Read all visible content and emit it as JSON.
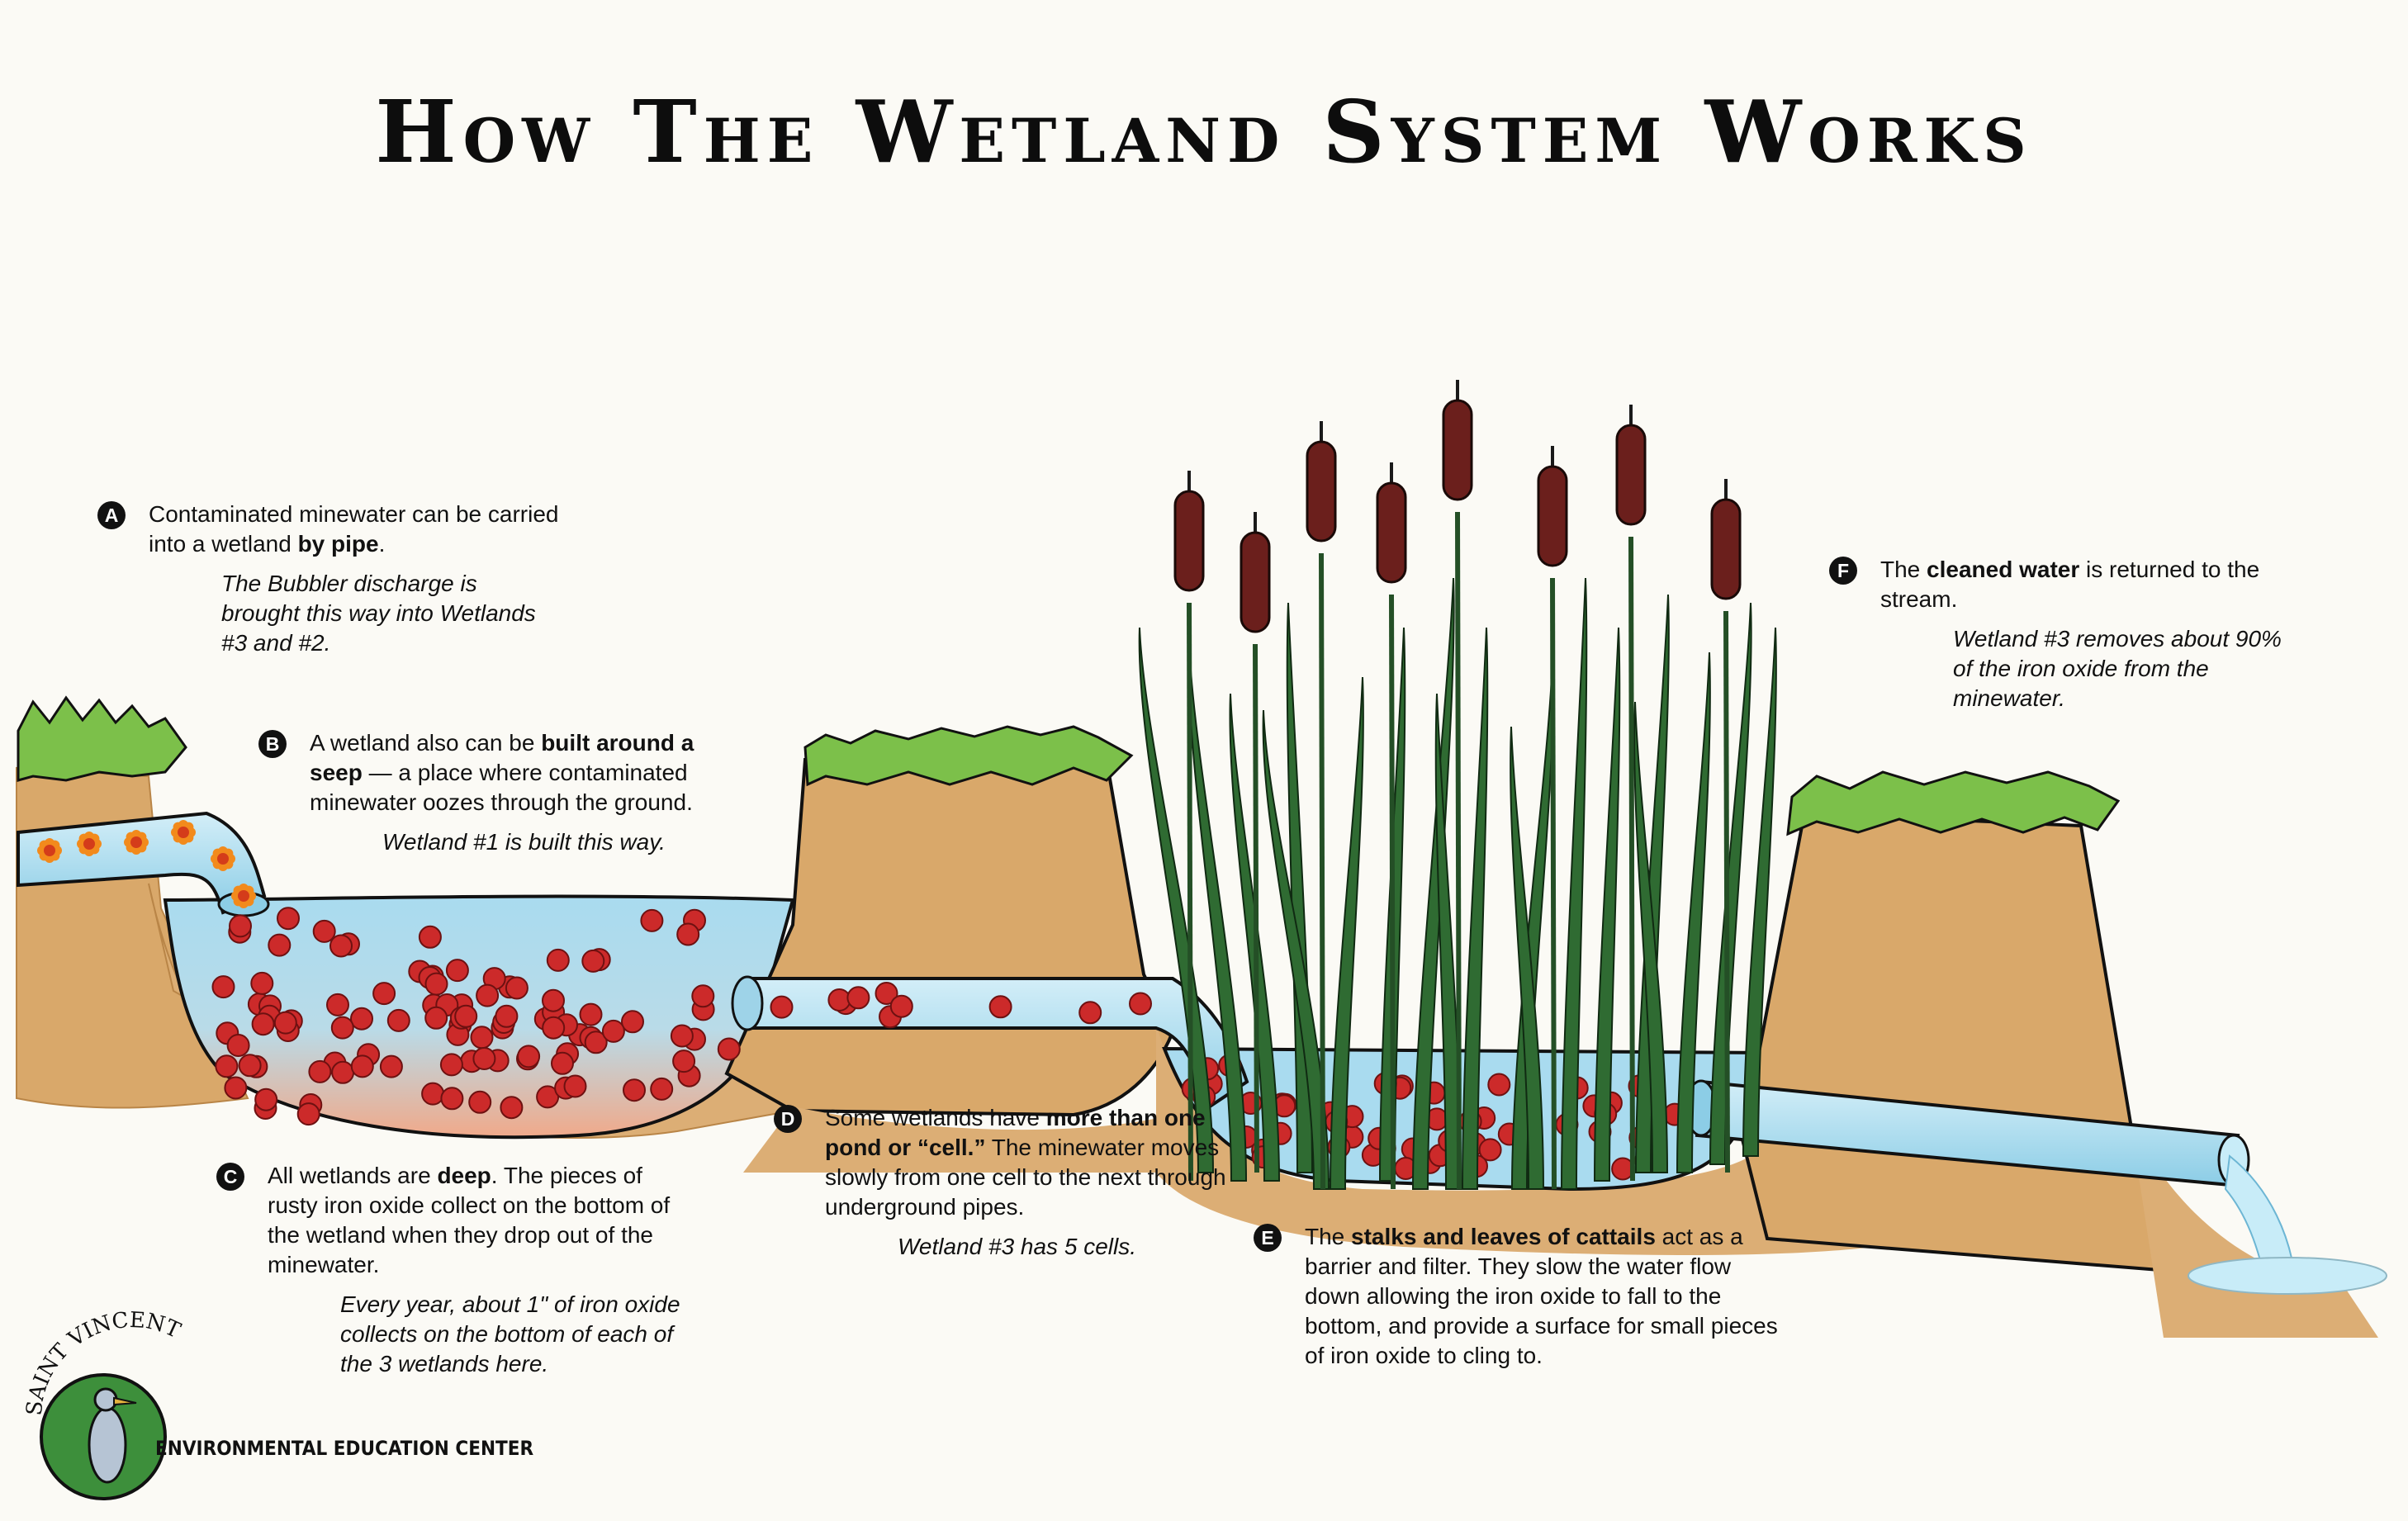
{
  "title": "How The Wetland System Works",
  "callouts": {
    "a": {
      "badge": "A",
      "main_1": "Contaminated minewater can be carried into a wetland ",
      "main_bold": "by pipe",
      "main_2": ".",
      "note": "The Bubbler discharge is brought this way into Wetlands #3 and #2."
    },
    "b": {
      "badge": "B",
      "main_1": "A wetland also can be ",
      "main_bold": "built around a seep",
      "main_2": " — a place where contaminated minewater oozes through the ground.",
      "note": "Wetland #1 is built this way."
    },
    "c": {
      "badge": "C",
      "main_1": "All wetlands are ",
      "main_bold": "deep",
      "main_2": ".  The pieces of rusty iron oxide collect on the bottom of the wetland when they drop out of the minewater.",
      "note": "Every year, about 1\" of iron oxide collects on the bottom of each of the 3 wetlands here."
    },
    "d": {
      "badge": "D",
      "main_1": "Some wetlands have ",
      "main_bold": "more than one pond or “cell.”",
      "main_2": "  The minewater moves slowly from one cell to the next through underground pipes.",
      "note": "Wetland #3 has 5 cells."
    },
    "e": {
      "badge": "E",
      "main_1": "The ",
      "main_bold": "stalks and leaves of cattails",
      "main_2": " act as a barrier and filter. They slow the water flow down allowing the iron oxide to fall to the bottom, and provide a surface for small pieces of iron oxide to cling to.",
      "note": ""
    },
    "f": {
      "badge": "F",
      "main_1": "The ",
      "main_bold": "cleaned water",
      "main_2": " is returned to the stream.",
      "note": "Wetland #3 removes about 90% of the iron oxide from the minewater."
    }
  },
  "logo": {
    "arc_text": "SAINT VINCENT",
    "text": "ENVIRONMENTAL EDUCATION CENTER"
  },
  "colors": {
    "soil": "#d9a86a",
    "soil_edge": "#c98f4e",
    "water": "#a6d8ec",
    "grass": "#7cc04a",
    "cattail_leaf": "#2f6b32",
    "cattail_head": "#6b1f1c",
    "iron_oxide": "#cc2a2a",
    "pipe": "#b5e0f0"
  }
}
